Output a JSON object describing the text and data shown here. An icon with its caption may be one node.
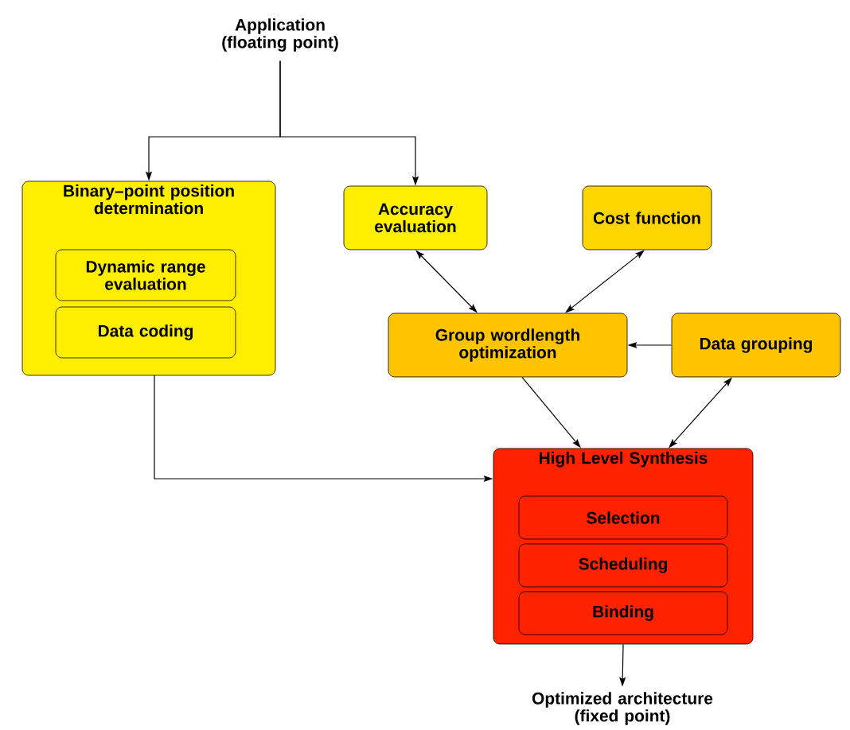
{
  "diagram": {
    "nodes": [
      {
        "text": [
          "Application (floating point)"
        ]
      },
      {
        "text": [
          "Binary–point position determination"
        ]
      },
      {
        "text": [
          "Dynamic range evaluation"
        ],
        "in": 1
      },
      {
        "text": [
          "Data coding"
        ],
        "in": 1
      },
      {
        "text": [
          "Accuracy evaluation"
        ]
      },
      {
        "text": [
          "Cost function"
        ]
      },
      {
        "text": [
          "Group wordlength optimization"
        ]
      },
      {
        "text": [
          "Data grouping"
        ]
      },
      {
        "text": [
          "High Level Synthesis"
        ]
      },
      {
        "text": [
          "Selection"
        ],
        "in": 8
      },
      {
        "text": [
          "Scheduling"
        ],
        "in": 8
      },
      {
        "text": [
          "Binding"
        ],
        "in": 8
      },
      {
        "text": [
          "Optimized architecture (fixed point)"
        ]
      }
    ],
    "edges": [
      {
        "from": 0,
        "to": 1,
        "arrow": "to"
      },
      {
        "from": 0,
        "to": 4,
        "arrow": "to"
      },
      {
        "from": 4,
        "to": 6,
        "arrow": "both"
      },
      {
        "from": 5,
        "to": 6,
        "arrow": "both"
      },
      {
        "from": 7,
        "to": 6,
        "arrow": "to"
      },
      {
        "from": 6,
        "to": 8,
        "arrow": "to"
      },
      {
        "from": 7,
        "to": 8,
        "arrow": "both"
      },
      {
        "from": 1,
        "to": 8,
        "arrow": "to"
      },
      {
        "from": 8,
        "to": 12,
        "arrow": "to"
      }
    ]
  }
}
